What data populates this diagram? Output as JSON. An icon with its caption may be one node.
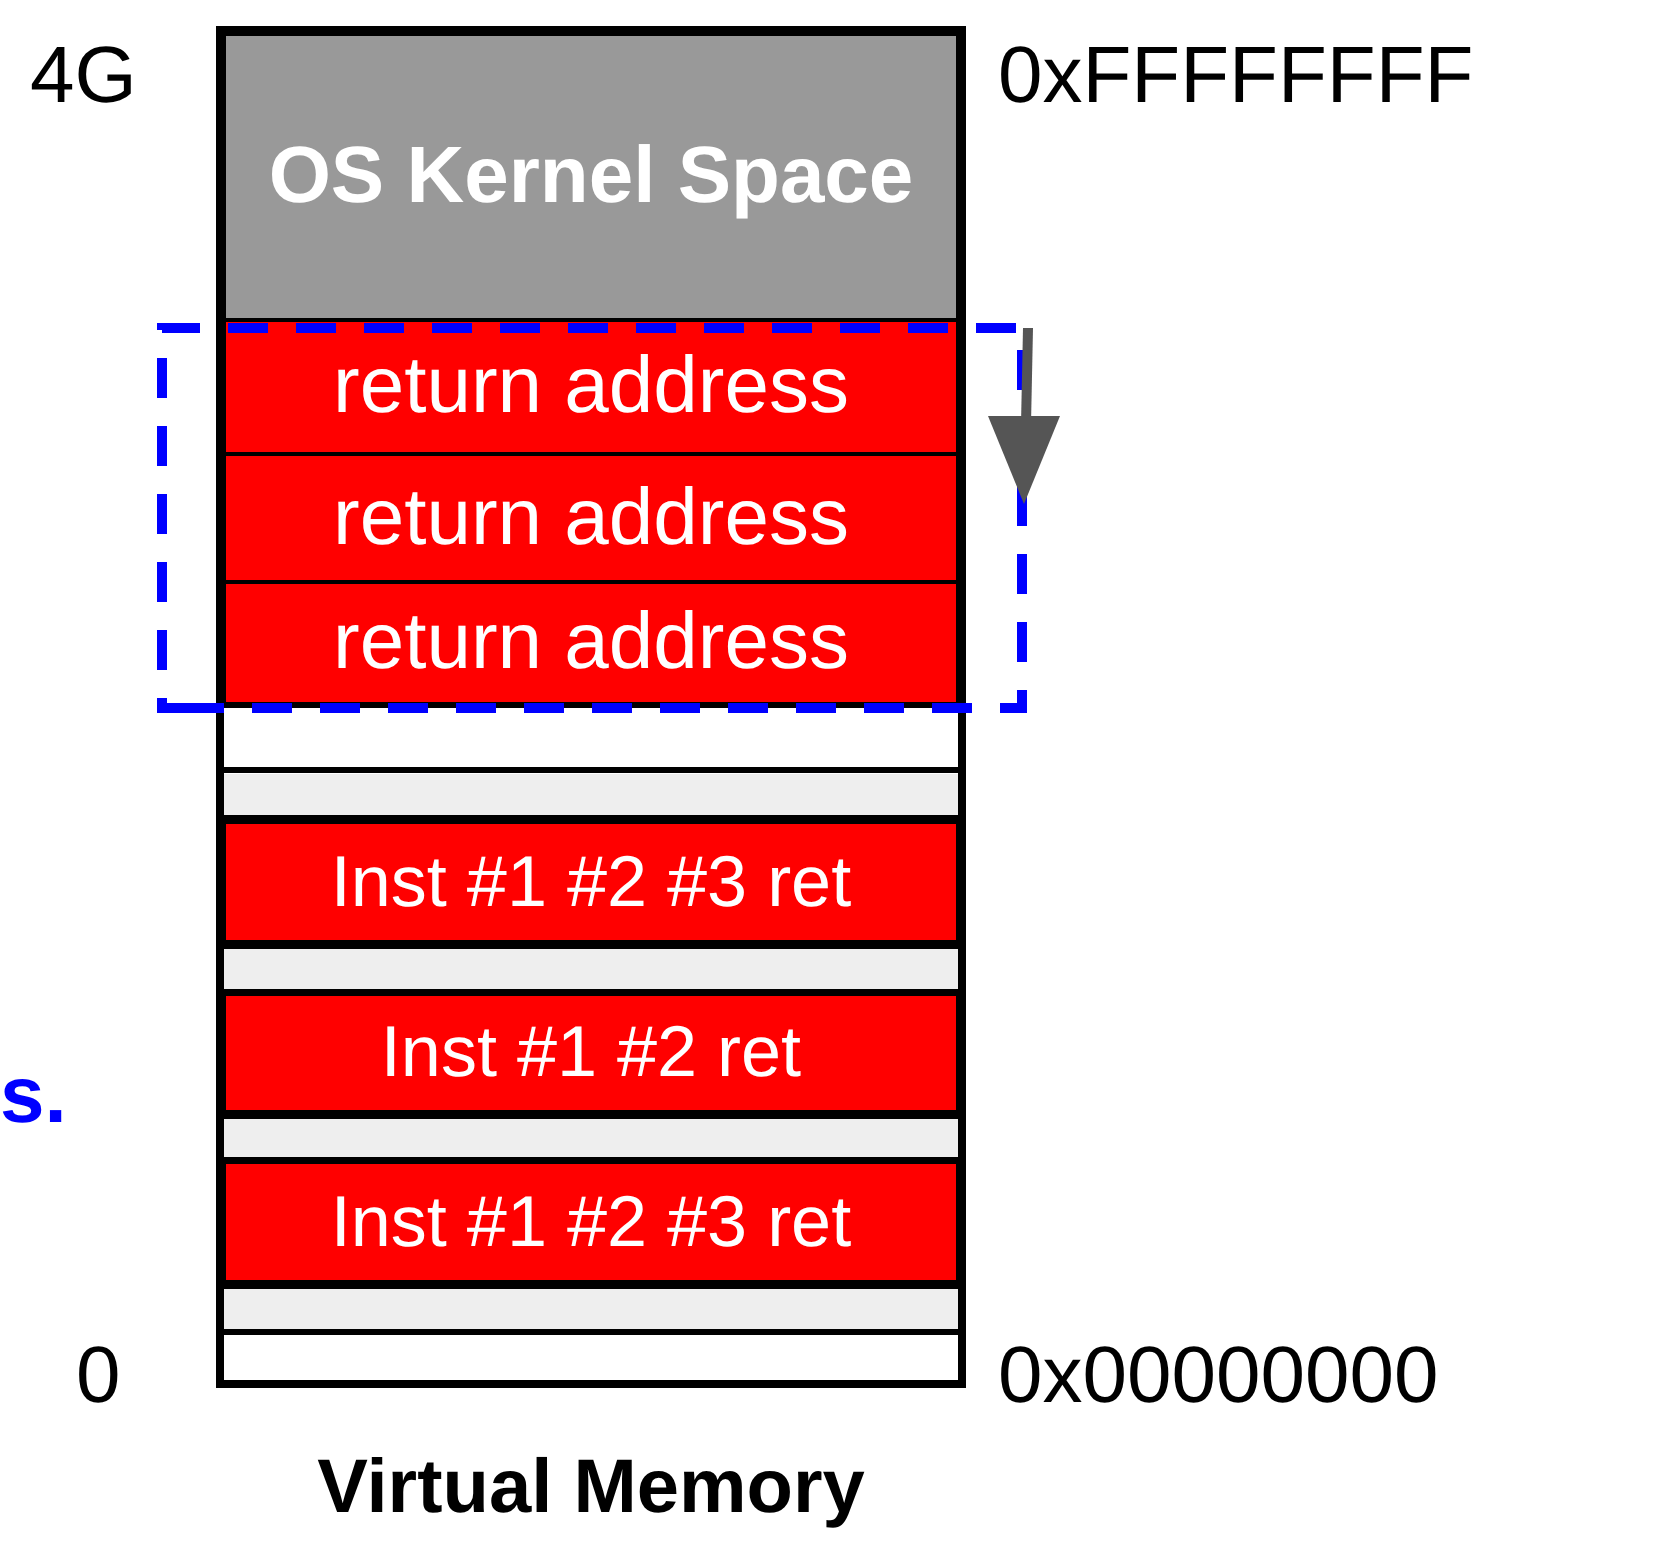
{
  "diagram": {
    "caption": "Virtual Memory",
    "nodes": [
      {
        "text": [
          "OS Kernel Space"
        ]
      },
      {
        "text": [
          "return address"
        ]
      },
      {
        "text": [
          "return address"
        ]
      },
      {
        "text": [
          "return address"
        ]
      },
      {
        "text": [
          "Inst #1 #2 #3 ret"
        ]
      },
      {
        "text": [
          "Inst #1 #2 ret"
        ]
      },
      {
        "text": [
          "Inst #1 #2 #3 ret"
        ]
      }
    ],
    "labels": [
      "4G",
      "0xFFFFFFFF",
      "s.",
      "0",
      "0x00000000"
    ]
  }
}
